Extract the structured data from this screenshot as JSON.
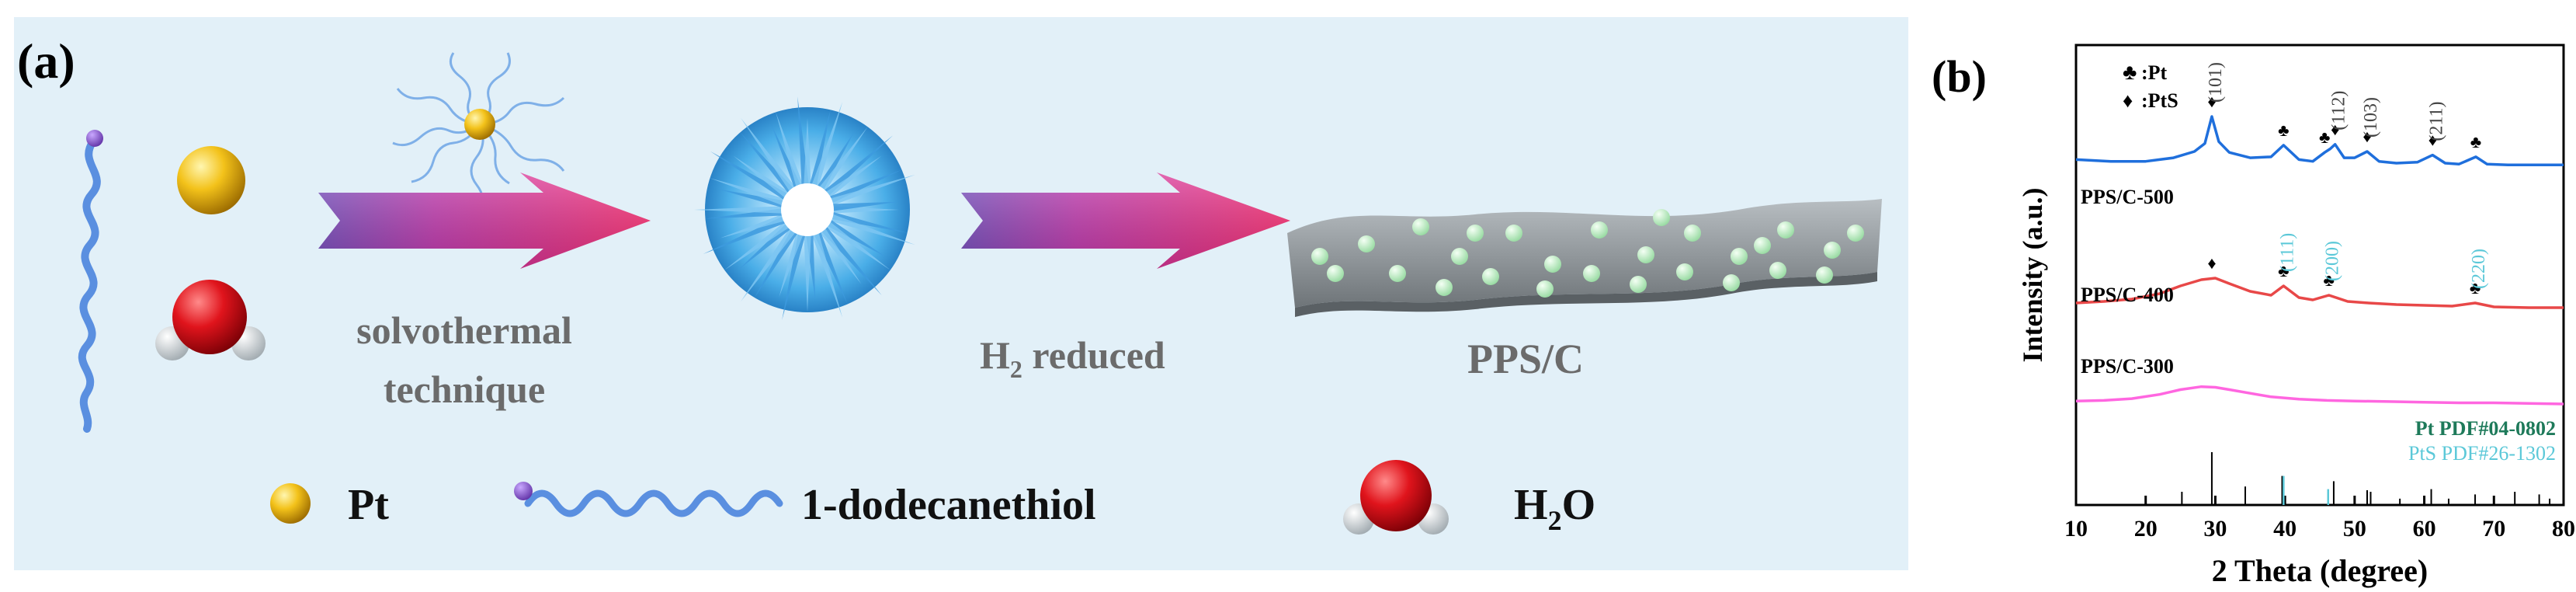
{
  "panel_a": {
    "label": "(a)",
    "step1_label_line1": "solvothermal",
    "step1_label_line2": "technique",
    "step2_label_main": "H",
    "step2_label_sub": "2",
    "step2_label_rest": " reduced",
    "product_label": "PPS/C",
    "legend": {
      "pt": "Pt",
      "thiol": "1-dodecanethiol",
      "water_main": "H",
      "water_sub": "2",
      "water_rest": "O"
    },
    "colors": {
      "background": "#e2f0f8",
      "arrow_start": "#7a4fc0",
      "arrow_end": "#ff2f74",
      "flower": "#4aaee8",
      "sheet": "#8e9498",
      "particle": "#c8f0c8",
      "pt_sphere": "#f3c21a",
      "water_sphere": "#e0141c"
    }
  },
  "panel_b": {
    "label": "(b)",
    "legend_pt": ":Pt",
    "legend_pts": ":PtS",
    "ylabel": "Intensity (a.u.)",
    "xlabel": "2 Theta (degree)",
    "ref_pt": "Pt PDF#04-0802",
    "ref_pts": "PtS PDF#26-1302",
    "chart_data": {
      "type": "line",
      "xlabel": "2 Theta (degree)",
      "ylabel": "Intensity (a.u.)",
      "xlim": [
        10,
        80
      ],
      "x_ticks": [
        10,
        20,
        30,
        40,
        50,
        60,
        70,
        80
      ],
      "series": [
        {
          "name": "PPS/C-500",
          "color": "#1f6fdc",
          "x": [
            10,
            15,
            20,
            24,
            27,
            28.5,
            29.5,
            30.5,
            32,
            35,
            38,
            39.8,
            42,
            44,
            45.7,
            46.5,
            47.2,
            48.5,
            50,
            51.8,
            53.5,
            56,
            59,
            61.2,
            63,
            65,
            67.4,
            69,
            72,
            76,
            80
          ],
          "y": [
            0.82,
            0.8,
            0.8,
            0.84,
            0.91,
            1.0,
            1.3,
            1.02,
            0.9,
            0.84,
            0.85,
            0.98,
            0.82,
            0.8,
            0.9,
            0.94,
            0.99,
            0.84,
            0.84,
            0.91,
            0.8,
            0.78,
            0.79,
            0.87,
            0.78,
            0.77,
            0.85,
            0.77,
            0.76,
            0.76,
            0.76
          ]
        },
        {
          "name": "PPS/C-400",
          "color": "#e84848",
          "x": [
            10,
            14,
            18,
            22,
            25,
            28,
            30,
            32,
            35,
            38,
            39.8,
            42,
            44,
            46.3,
            49,
            52,
            56,
            60,
            64,
            67.3,
            70,
            75,
            80
          ],
          "y": [
            0.4,
            0.42,
            0.45,
            0.52,
            0.62,
            0.7,
            0.72,
            0.65,
            0.55,
            0.5,
            0.62,
            0.47,
            0.44,
            0.5,
            0.42,
            0.4,
            0.38,
            0.37,
            0.36,
            0.4,
            0.35,
            0.34,
            0.34
          ]
        },
        {
          "name": "PPS/C-300",
          "color": "#ff66e0",
          "x": [
            10,
            14,
            18,
            22,
            25,
            28,
            30,
            32,
            35,
            38,
            42,
            46,
            50,
            55,
            60,
            65,
            70,
            75,
            80
          ],
          "y": [
            0.05,
            0.06,
            0.09,
            0.16,
            0.24,
            0.29,
            0.28,
            0.24,
            0.18,
            0.12,
            0.08,
            0.06,
            0.05,
            0.04,
            0.03,
            0.02,
            0.02,
            0.01,
            0.0
          ]
        }
      ],
      "reference_pt": {
        "name": "Pt PDF#04-0802",
        "color": "#000000",
        "x": [
          25.2,
          29.5,
          34.3,
          39.6,
          46.2,
          47.0,
          51.8,
          52.3,
          56.5,
          61.0,
          63.5,
          67.3,
          70.0,
          73.0,
          76.5,
          78.0
        ],
        "h": [
          0.25,
          1.0,
          0.35,
          0.55,
          0.25,
          0.45,
          0.28,
          0.25,
          0.12,
          0.3,
          0.12,
          0.2,
          0.1,
          0.25,
          0.2,
          0.12
        ]
      },
      "reference_pts": {
        "name": "PtS PDF#26-1302",
        "color": "#5bc8d8",
        "x": [
          39.8,
          46.2
        ],
        "h": [
          0.55,
          0.3
        ]
      },
      "peak_annotations": [
        {
          "x": 29.5,
          "y": 1.3,
          "marker": "diamond",
          "text": "(101)",
          "color": "#444444"
        },
        {
          "x": 39.8,
          "y": 0.98,
          "marker": "club",
          "text": "",
          "color": "#444444"
        },
        {
          "x": 45.7,
          "y": 0.9,
          "marker": "club",
          "text": "",
          "color": "#444444"
        },
        {
          "x": 47.2,
          "y": 0.99,
          "marker": "diamond",
          "text": "(112)",
          "color": "#444444"
        },
        {
          "x": 51.8,
          "y": 0.91,
          "marker": "diamond",
          "text": "(103)",
          "color": "#444444"
        },
        {
          "x": 61.2,
          "y": 0.87,
          "marker": "diamond",
          "text": "(211)",
          "color": "#444444"
        },
        {
          "x": 67.4,
          "y": 0.85,
          "marker": "club",
          "text": "",
          "color": "#444444"
        },
        {
          "x": 29.5,
          "y": 0.72,
          "marker": "diamond",
          "text": "",
          "color": "#444444"
        },
        {
          "x": 39.8,
          "y": 0.62,
          "marker": "club",
          "text": "(111)",
          "color": "#5bc8d8"
        },
        {
          "x": 46.3,
          "y": 0.5,
          "marker": "club",
          "text": "(200)",
          "color": "#5bc8d8"
        },
        {
          "x": 67.3,
          "y": 0.4,
          "marker": "club",
          "text": "(220)",
          "color": "#5bc8d8"
        }
      ]
    }
  }
}
